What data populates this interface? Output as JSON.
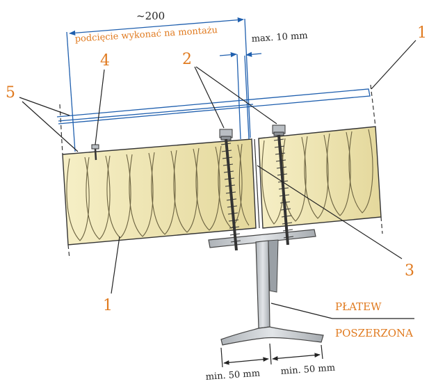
{
  "diagram": {
    "dimensions": {
      "overall": "~200",
      "undercut_note": "podcięcie wykonać na montażu",
      "joint_gap": "max. 10 mm",
      "flange_left": "min. 50 mm",
      "flange_right": "min. 50 mm"
    },
    "callouts": {
      "c1_top": "1",
      "c1_bottom": "1",
      "c2": "2",
      "c3": "3",
      "c4": "4",
      "c5": "5"
    },
    "labels": {
      "purlin_line1": "PŁATEW",
      "purlin_line2": "POSZERZONA"
    },
    "colors": {
      "dimension_blue": "#1f5fae",
      "callout_orange": "#e07a1f",
      "panel_core": "#efe6b4",
      "steel": "#c8ccd0"
    }
  }
}
